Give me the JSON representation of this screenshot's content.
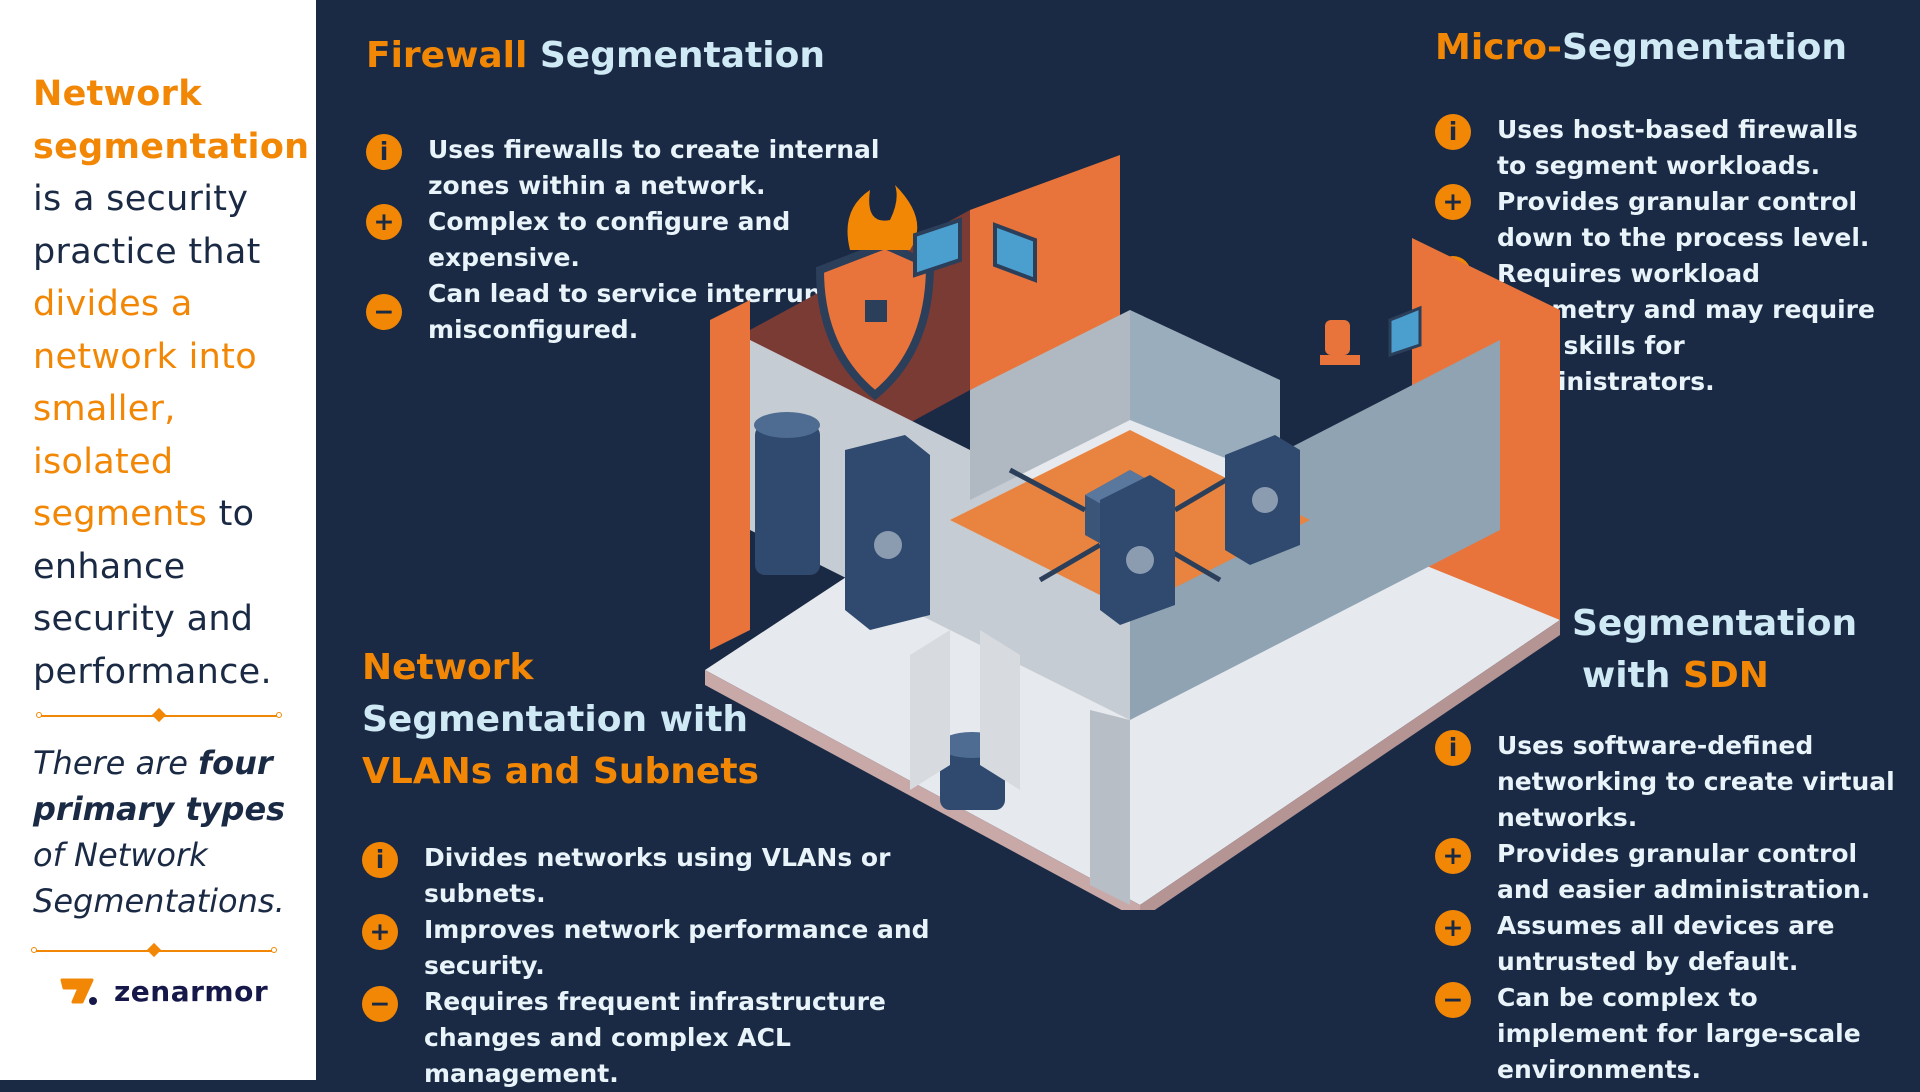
{
  "intro": {
    "p1_bold_orange": "Network segmentation",
    "p1_dark_a": " is a security practice that ",
    "p1_orange": "divides a network into smaller, isolated segments",
    "p1_dark_b": " to enhance security and performance."
  },
  "summary": {
    "lead": "There are ",
    "bold": "four primary types",
    "tail": " of Network Segmentations."
  },
  "brand": {
    "name": "zenarmor",
    "accent": "#f28705",
    "dark": "#16184a"
  },
  "colors": {
    "background": "#1b2a44",
    "accent": "#f28705",
    "heading_light": "#cfe9f5",
    "body_text": "#e8f4fa"
  },
  "sections": {
    "firewall": {
      "title_orange": "Firewall",
      "title_light": " Segmentation",
      "items": [
        {
          "icon": "info-icon",
          "text": "Uses firewalls to create internal zones within a network."
        },
        {
          "icon": "plus-icon",
          "text": "Complex to configure and expensive."
        },
        {
          "icon": "minus-icon",
          "text": "Can lead to service interruptions if misconfigured."
        }
      ]
    },
    "micro": {
      "title_orange": "Micro-",
      "title_light": "Segmentation",
      "items": [
        {
          "icon": "info-icon",
          "text": "Uses host-based firewalls to segment workloads."
        },
        {
          "icon": "plus-icon",
          "text": "Provides granular control down to the process level."
        },
        {
          "icon": "minus-icon",
          "text": "Requires workload telemetry and may require new skills for administrators."
        }
      ]
    },
    "vlan": {
      "title_line1_orange": "Network",
      "title_line2_light": "Segmentation with",
      "title_line3_orange": "VLANs and Subnets",
      "items": [
        {
          "icon": "info-icon",
          "text": "Divides networks using VLANs or subnets."
        },
        {
          "icon": "plus-icon",
          "text": "Improves network performance and security."
        },
        {
          "icon": "minus-icon",
          "text": "Requires frequent infrastructure changes and complex ACL management."
        }
      ]
    },
    "sdn": {
      "title_line1_light": "Segmentation",
      "title_line2_light": "with ",
      "title_line2_orange": "SDN",
      "items": [
        {
          "icon": "info-icon",
          "text": "Uses software-defined networking to create virtual networks."
        },
        {
          "icon": "plus-icon",
          "text": "Provides granular control and easier administration."
        },
        {
          "icon": "plus-icon",
          "text": "Assumes all devices are untrusted by default."
        },
        {
          "icon": "minus-icon",
          "text": "Can be complex to implement for large-scale environments."
        }
      ]
    }
  }
}
